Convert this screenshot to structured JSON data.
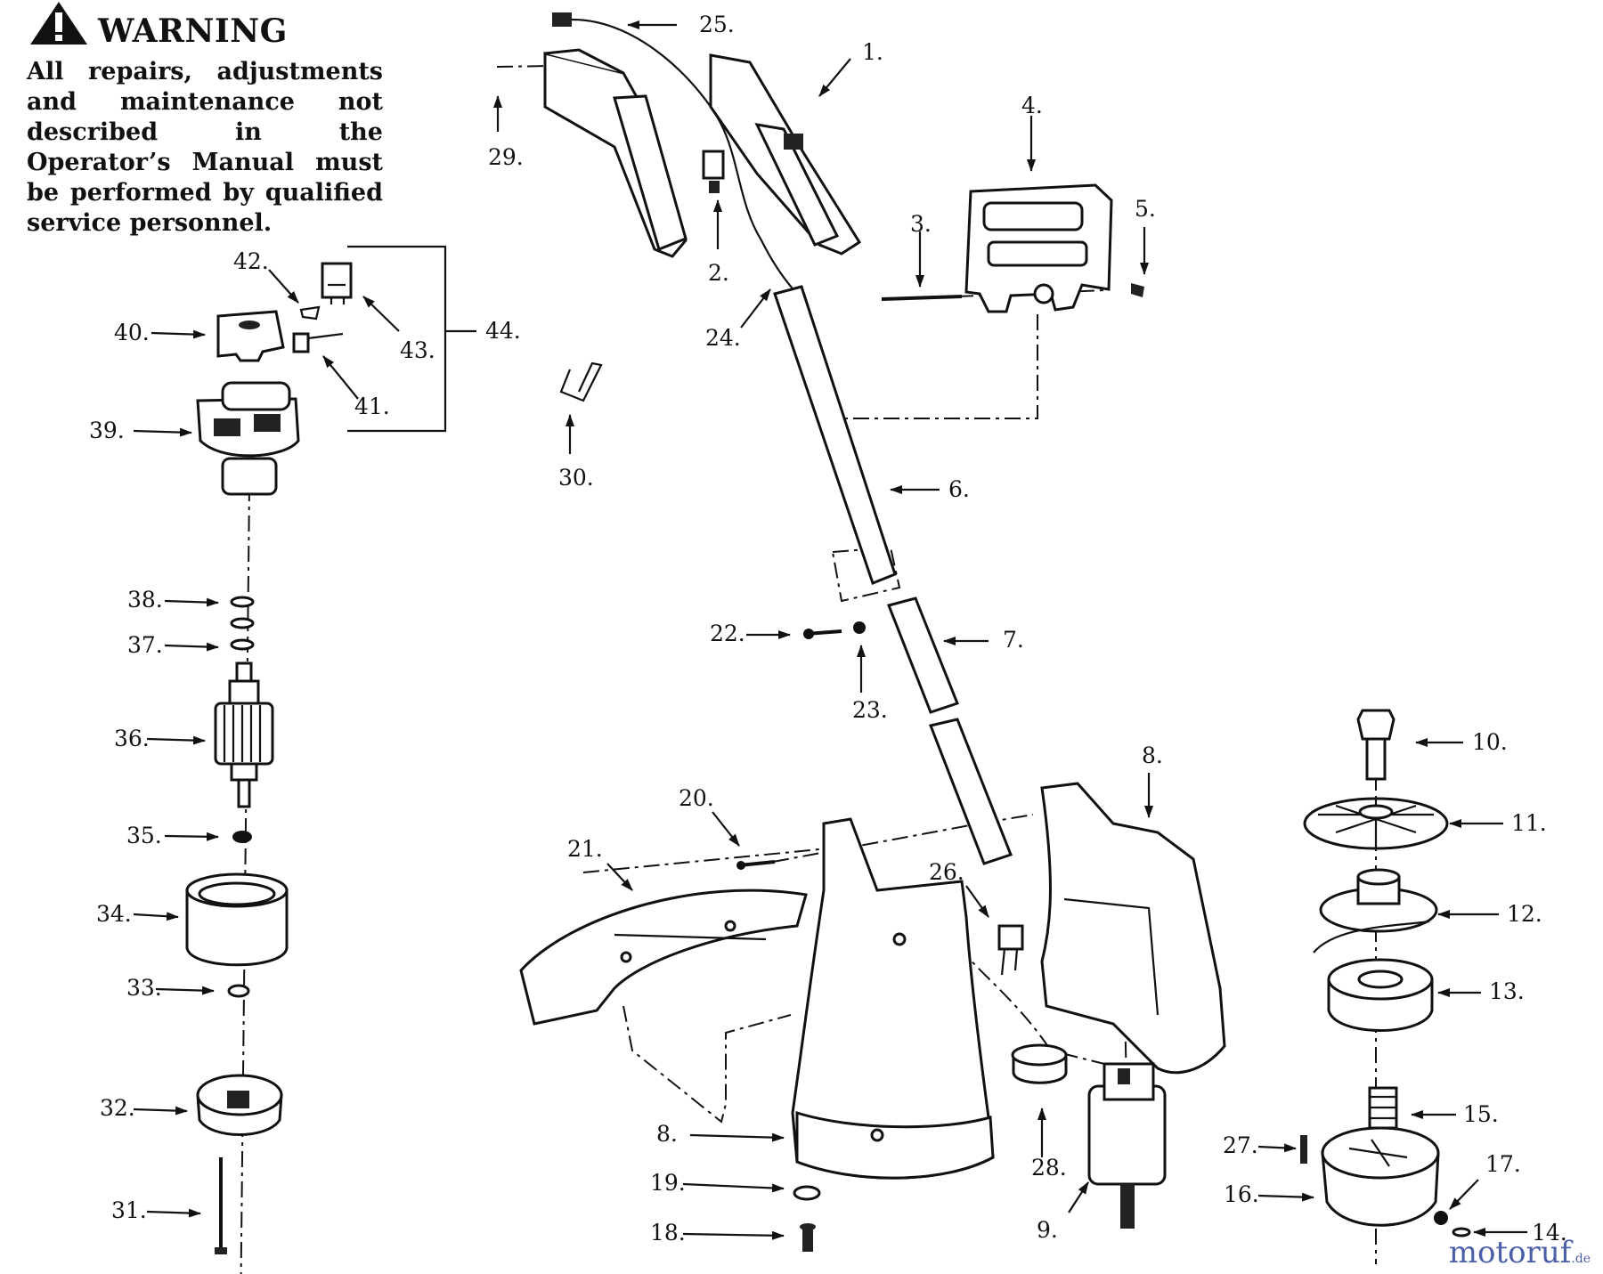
{
  "warning": {
    "title": "WARNING",
    "body": "All repairs, adjustments and maintenance not described in the Operator’s Manual must be performed by qualified service personnel."
  },
  "watermark": {
    "brand": "motoruf",
    "suffix": ".de"
  },
  "callouts": [
    {
      "id": "1",
      "text": "1."
    },
    {
      "id": "2",
      "text": "2."
    },
    {
      "id": "3",
      "text": "3."
    },
    {
      "id": "4",
      "text": "4."
    },
    {
      "id": "5",
      "text": "5."
    },
    {
      "id": "6",
      "text": "6."
    },
    {
      "id": "7",
      "text": "7."
    },
    {
      "id": "8a",
      "text": "8."
    },
    {
      "id": "8b",
      "text": "8."
    },
    {
      "id": "9",
      "text": "9."
    },
    {
      "id": "10",
      "text": "10."
    },
    {
      "id": "11",
      "text": "11."
    },
    {
      "id": "12",
      "text": "12."
    },
    {
      "id": "13",
      "text": "13."
    },
    {
      "id": "14",
      "text": "14."
    },
    {
      "id": "15",
      "text": "15."
    },
    {
      "id": "16",
      "text": "16."
    },
    {
      "id": "17",
      "text": "17."
    },
    {
      "id": "18",
      "text": "18."
    },
    {
      "id": "19",
      "text": "19."
    },
    {
      "id": "20",
      "text": "20."
    },
    {
      "id": "21",
      "text": "21."
    },
    {
      "id": "22",
      "text": "22."
    },
    {
      "id": "23",
      "text": "23."
    },
    {
      "id": "24",
      "text": "24."
    },
    {
      "id": "25",
      "text": "25."
    },
    {
      "id": "26",
      "text": "26."
    },
    {
      "id": "27",
      "text": "27."
    },
    {
      "id": "28",
      "text": "28."
    },
    {
      "id": "29",
      "text": "29."
    },
    {
      "id": "30",
      "text": "30."
    },
    {
      "id": "31",
      "text": "31."
    },
    {
      "id": "32",
      "text": "32."
    },
    {
      "id": "33",
      "text": "33."
    },
    {
      "id": "34",
      "text": "34."
    },
    {
      "id": "35",
      "text": "35."
    },
    {
      "id": "36",
      "text": "36."
    },
    {
      "id": "37",
      "text": "37."
    },
    {
      "id": "38",
      "text": "38."
    },
    {
      "id": "39",
      "text": "39."
    },
    {
      "id": "40",
      "text": "40."
    },
    {
      "id": "41",
      "text": "41."
    },
    {
      "id": "42",
      "text": "42."
    },
    {
      "id": "43",
      "text": "43."
    },
    {
      "id": "44",
      "text": "44."
    }
  ]
}
